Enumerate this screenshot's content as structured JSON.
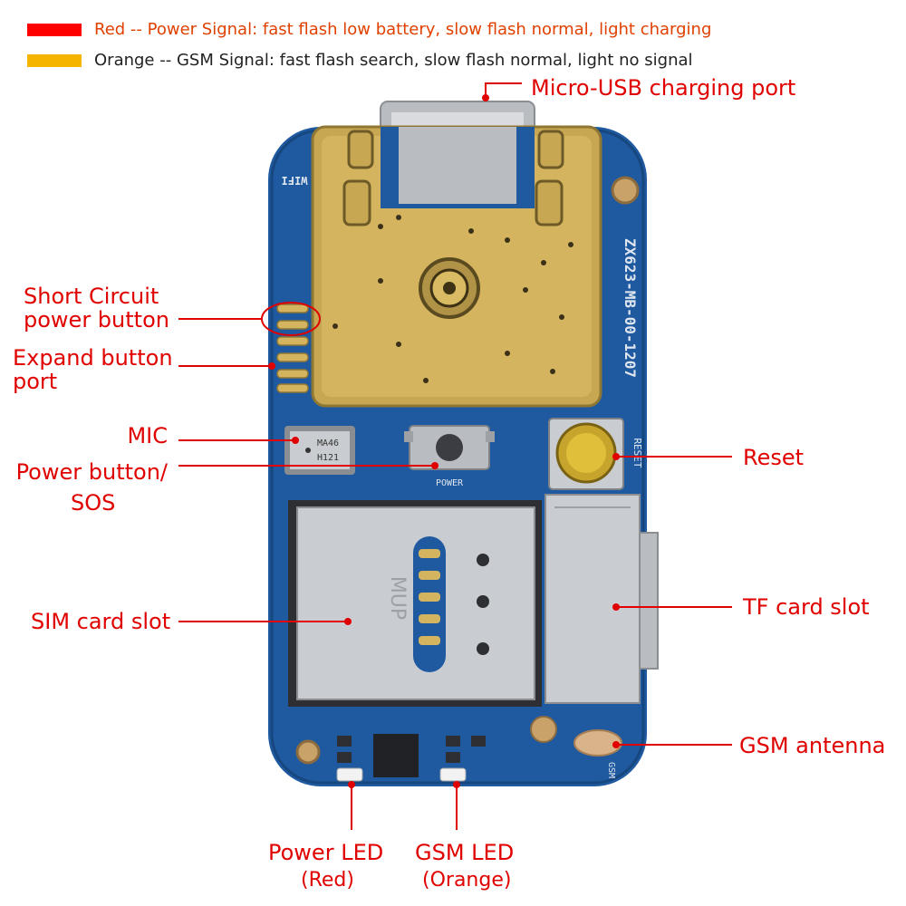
{
  "legend": [
    {
      "text": "Red -- Power Signal: fast flash low battery, slow flash normal, light charging",
      "color": "#ff0000",
      "text_color": "#e04000"
    },
    {
      "text": "Orange -- GSM Signal: fast flash search, slow flash normal, light no signal",
      "color": "#f5b400",
      "text_color": "#222222"
    }
  ],
  "labels": {
    "usb": "Micro-USB charging port",
    "short_circuit_1": "Short Circuit",
    "short_circuit_2": "power button",
    "expand_1": "Expand button",
    "expand_2": "port",
    "mic": "MIC",
    "power_button_1": "Power button/",
    "power_button_2": "SOS",
    "reset": "Reset",
    "sim": "SIM card slot",
    "tf": "TF card slot",
    "gsm_antenna": "GSM antenna",
    "power_led": "Power LED",
    "power_led_sub": "(Red)",
    "gsm_led": "GSM LED",
    "gsm_led_sub": "(Orange)"
  },
  "board_text": {
    "model": "ZX623-MB-00-1207",
    "wifi": "WIFI",
    "mic_chip_1": "MA46",
    "mic_chip_2": "H121",
    "reset_silk": "RESET",
    "power_silk": "POWER",
    "gsm_silk": "GSM",
    "sim_mark": "MUP"
  },
  "colors": {
    "annotation": "#e00000",
    "pcb": "#1f5aa0",
    "pcb_dark": "#163f75",
    "gold": "#d2b25a",
    "metal": "#c9ccd0"
  }
}
